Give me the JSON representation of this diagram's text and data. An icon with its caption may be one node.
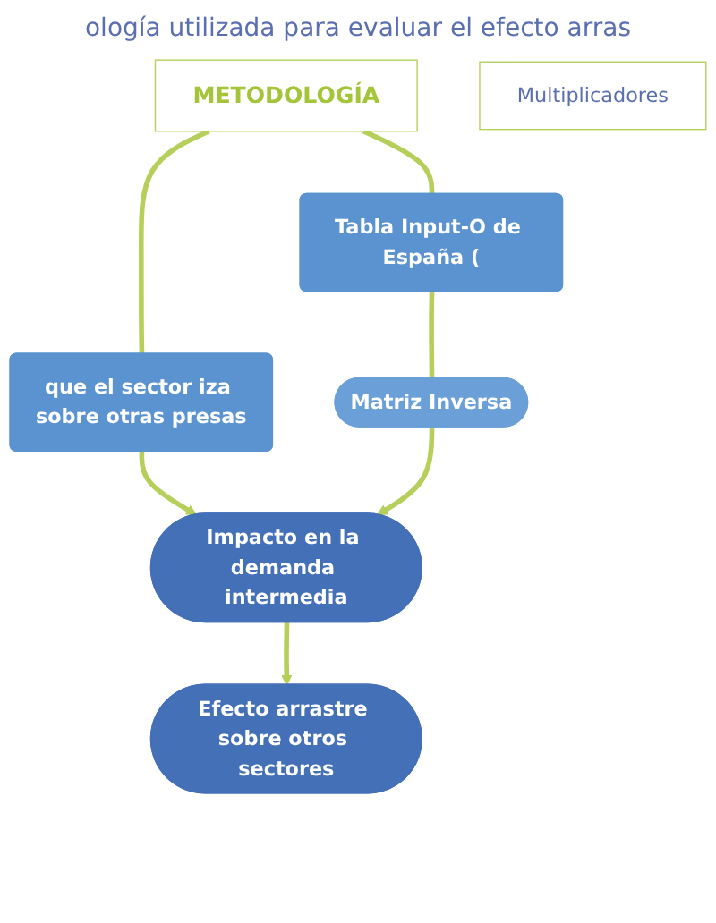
{
  "diagram": {
    "title": "ología utilizada para evaluar el efecto arras",
    "nodes": [
      {
        "text": [
          "METODOLOGÍA"
        ]
      },
      {
        "text": [
          "que el sector iza sobre otras presas"
        ]
      },
      {
        "text": [
          "Tabla Input-O de España ("
        ]
      },
      {
        "text": [
          "Matriz Inversa"
        ]
      },
      {
        "text": [
          "Impacto en la demanda intermedia"
        ]
      },
      {
        "text": [
          "Multiplicadores"
        ]
      },
      {
        "text": [
          "Efecto arrastre sobre otros sectores"
        ]
      }
    ],
    "edges": [
      {
        "from": 0,
        "to": 1,
        "arrow": "none"
      },
      {
        "from": 0,
        "to": 2,
        "arrow": "none"
      },
      {
        "from": 1,
        "to": 4,
        "arrow": "to"
      },
      {
        "from": 2,
        "to": 3,
        "arrow": "none"
      },
      {
        "from": 3,
        "to": 4,
        "arrow": "to"
      },
      {
        "from": 4,
        "to": 6,
        "arrow": "to"
      }
    ]
  }
}
